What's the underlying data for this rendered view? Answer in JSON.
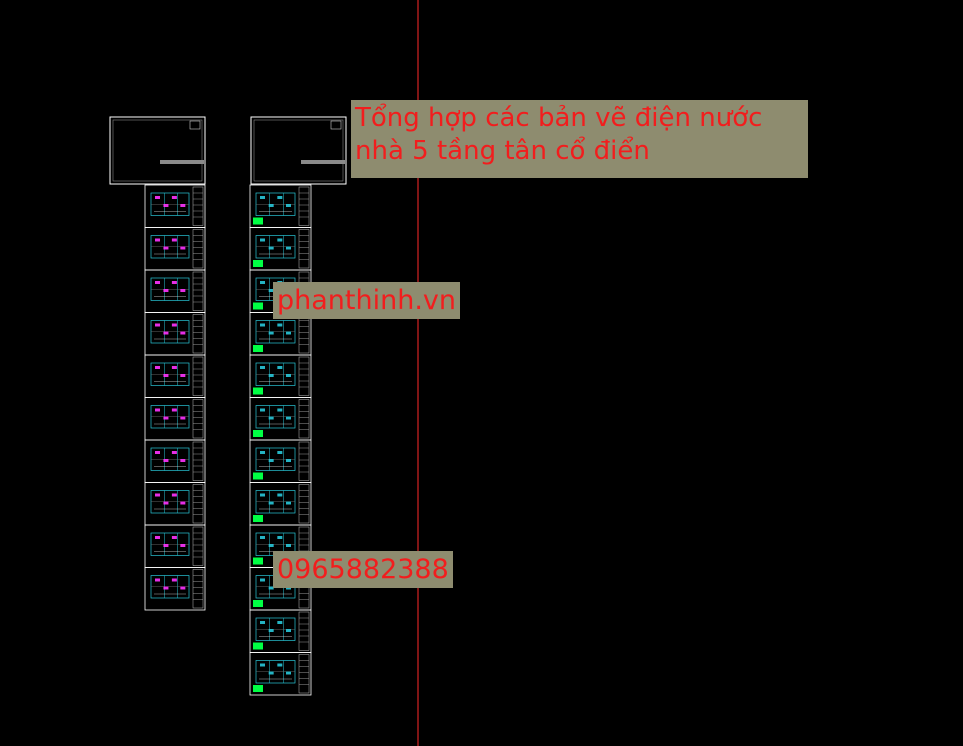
{
  "overlay": {
    "title": "Tổng hợp các bản vẽ điện nước nhà 5 tầng tân cổ điển",
    "website": "phanthinh.vn",
    "phone": "0965882388"
  },
  "colors": {
    "background": "#000000",
    "sheet_border": "#ffffff",
    "crosshair": "#ff2a2a",
    "label_bg": "#8e8c6f",
    "label_text": "#f21d1d",
    "electric_plan": "#ff33ff",
    "water_plan": "#00ff44",
    "lines": "#29c7d8"
  },
  "drawing_sets": [
    {
      "name": "electrical-set",
      "sheet_count": 10
    },
    {
      "name": "plumbing-set",
      "sheet_count": 12
    }
  ]
}
